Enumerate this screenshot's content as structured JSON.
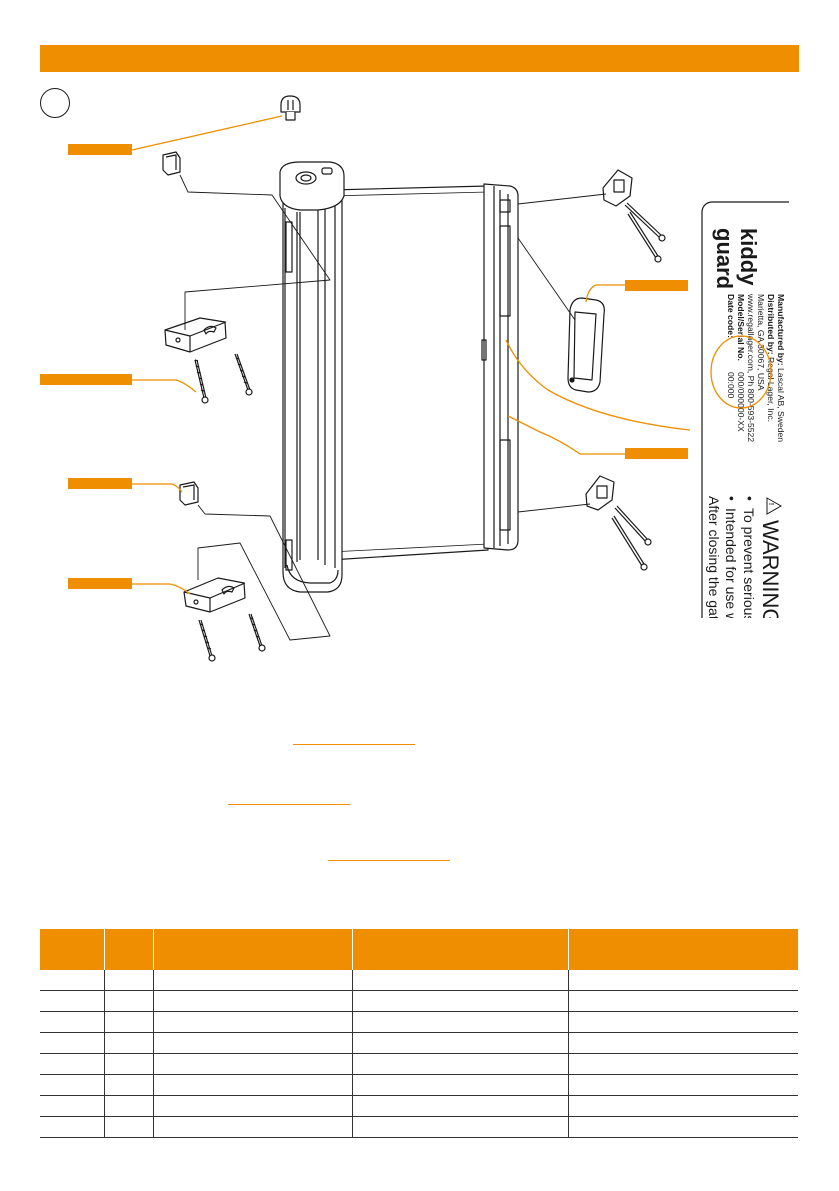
{
  "label": {
    "brand_line1": "kiddy",
    "brand_line2": "guard",
    "manufacturer_prefix": "Manufactured by:",
    "manufacturer": " Lascal AB, Sweden",
    "distributor_prefix": "Distributed by:",
    "distributor": " Regal Lager, Inc.",
    "address": "Marietta, GA 30067, USA",
    "web_phone": "www.regallager.com, Ph 800-593-5522",
    "model_prefix": "Model/Serial No.",
    "model_value": "000/000000-XX",
    "date_prefix": "Date code:",
    "date_value": "00:000",
    "warning_title": "WARNING",
    "warning_line1": "To prevent serious inju",
    "warning_line2": "Intended for use with c",
    "warning_line3": "After closing the gate,"
  },
  "colors": {
    "accent": "#EE8E00",
    "ink": "#1a1a1a"
  },
  "parts_table": {
    "headers": [
      "",
      "",
      "",
      "",
      ""
    ],
    "rows": [
      [
        "",
        "",
        "",
        "",
        ""
      ],
      [
        "",
        "",
        "",
        "",
        ""
      ],
      [
        "",
        "",
        "",
        "",
        ""
      ],
      [
        "",
        "",
        "",
        "",
        ""
      ],
      [
        "",
        "",
        "",
        "",
        ""
      ],
      [
        "",
        "",
        "",
        "",
        ""
      ],
      [
        "",
        "",
        "",
        "",
        ""
      ],
      [
        "",
        "",
        "",
        "",
        ""
      ]
    ]
  }
}
